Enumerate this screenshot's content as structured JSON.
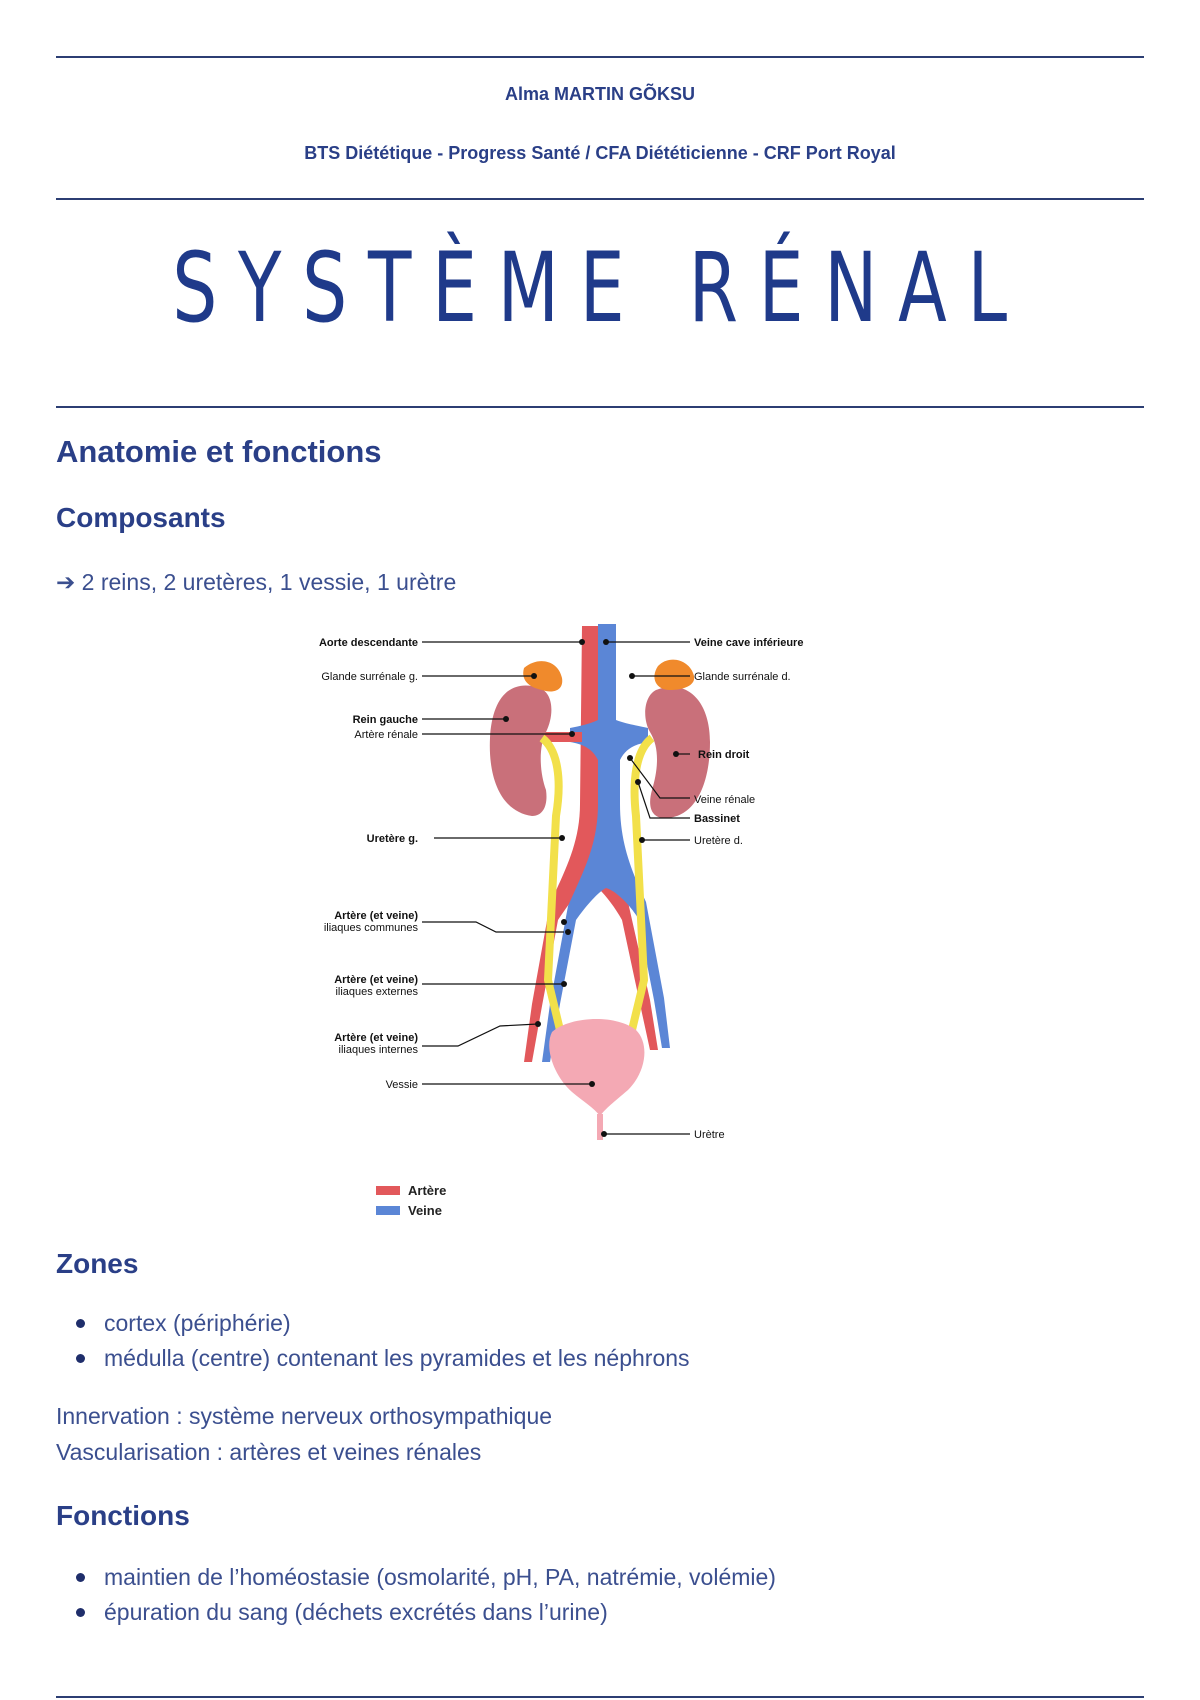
{
  "header": {
    "author": "Alma MARTIN GÕKSU",
    "school": "BTS Diététique - Progress Santé / CFA Diététicienne - CRF Port Royal"
  },
  "title": "SYSTÈME RÉNAL",
  "section": {
    "heading": "Anatomie et fonctions"
  },
  "composants": {
    "heading": "Composants",
    "text": "➔ 2 reins, 2 uretères, 1 vessie, 1 urètre"
  },
  "figure": {
    "labels": {
      "aorte": "Aorte descendante",
      "glande_g": "Glande surrénale g.",
      "rein_gauche": "Rein gauche",
      "artere_renale": "Artère rénale",
      "uretere_g": "Uretère g.",
      "iliaques_communes_1": "Artère (et veine)",
      "iliaques_communes_2": "iliaques communes",
      "iliaques_externes_1": "Artère (et veine)",
      "iliaques_externes_2": "iliaques externes",
      "iliaques_internes_1": "Artère (et veine)",
      "iliaques_internes_2": "iliaques internes",
      "vessie": "Vessie",
      "veine_cave": "Veine cave inférieure",
      "glande_d": "Glande surrénale d.",
      "rein_droit": "Rein droit",
      "veine_renale": "Veine rénale",
      "bassinet": "Bassinet",
      "uretere_d": "Uretère d.",
      "uretre": "Urètre"
    },
    "legend": {
      "artere": "Artère",
      "veine": "Veine"
    },
    "colors": {
      "artery": "#e2585b",
      "vein": "#5b86d6",
      "kidney": "#c9707a",
      "gland": "#f08a2c",
      "ureter": "#f2e04a",
      "bladder": "#f4a9b4"
    }
  },
  "zones": {
    "heading": "Zones",
    "items": [
      "cortex (périphérie)",
      "médulla (centre) contenant les pyramides et les néphrons"
    ],
    "innervation": "Innervation : système nerveux orthosympathique",
    "vascularisation": "Vascularisation : artères et veines rénales"
  },
  "fonctions": {
    "heading": "Fonctions",
    "items": [
      "maintien de l’homéostasie (osmolarité, pH, PA, natrémie, volémie)",
      "épuration du sang (déchets excrétés dans l’urine)"
    ]
  }
}
